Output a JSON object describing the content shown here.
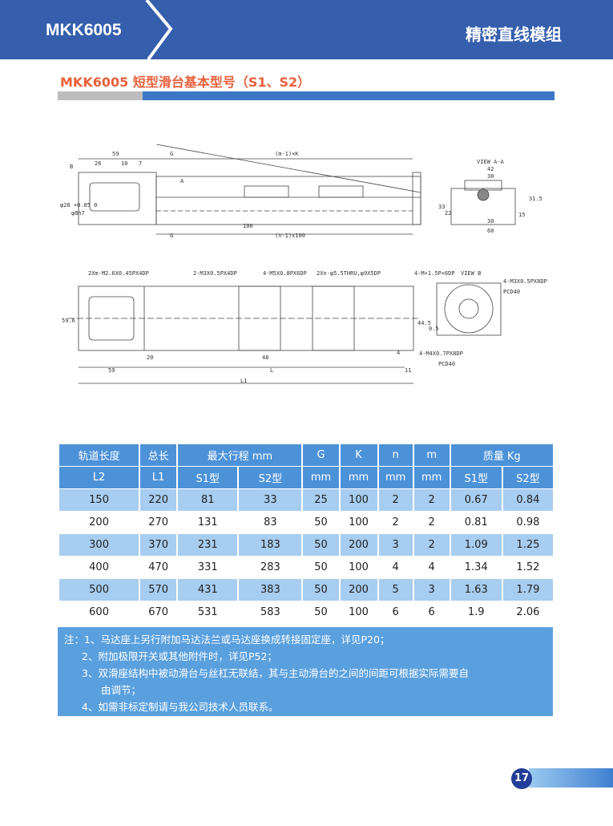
{
  "header": {
    "model": "MKK6005",
    "category": "精密直线模组"
  },
  "section_title": "MKK6005 短型滑台基本型号（S1、S2）",
  "drawing": {
    "side": {
      "d59": "59",
      "d26": "26",
      "d10": "10",
      "d7": "7",
      "g": "G",
      "mk": "(m-1)×K",
      "d100": "100",
      "nk": "(n-1)x100",
      "b": "B",
      "a": "A",
      "phi28": "φ28 +0.05 0",
      "phi8": "φ8h7"
    },
    "top": {
      "c1": "2Xm-M2.6X0.45PX4DP",
      "c2": "2-M3X0.5PX4DP",
      "c3": "4-M5X0.8PX6DP",
      "c4": "2Xn-φ5.5THRU,φ9X5DP",
      "c5": "4-M×1.5P×6DP",
      "h": "59.6",
      "d20": "20",
      "d48": "48",
      "d4": "4",
      "d59": "59",
      "l": "L",
      "d11": "11",
      "l1": "L1"
    },
    "view_aa": {
      "title": "VIEW A-A",
      "d42": "42",
      "d30": "30",
      "d33": "33",
      "d22": "22",
      "d15": "15",
      "d31": "31.5",
      "d30b": "30",
      "d60": "60"
    },
    "view_b": {
      "title": "VIEW B",
      "c1": "4-M3X0.5PX8DP",
      "pcd1": "PCD40",
      "d445": "44.5",
      "d05": "0.5",
      "c2": "4-M4X0.7PX8DP",
      "pcd2": "PCD40"
    }
  },
  "table": {
    "h1": [
      "轨道长度",
      "总长",
      "最大行程 mm",
      "G",
      "K",
      "n",
      "m",
      "质量 Kg"
    ],
    "h2": [
      "L2",
      "L1",
      "S1型",
      "S2型",
      "mm",
      "mm",
      "mm",
      "mm",
      "S1型",
      "S2型"
    ],
    "rows": [
      [
        "150",
        "220",
        "81",
        "33",
        "25",
        "100",
        "2",
        "2",
        "0.67",
        "0.84"
      ],
      [
        "200",
        "270",
        "131",
        "83",
        "50",
        "100",
        "2",
        "2",
        "0.81",
        "0.98"
      ],
      [
        "300",
        "370",
        "231",
        "183",
        "50",
        "200",
        "3",
        "2",
        "1.09",
        "1.25"
      ],
      [
        "400",
        "470",
        "331",
        "283",
        "50",
        "100",
        "4",
        "4",
        "1.34",
        "1.52"
      ],
      [
        "500",
        "570",
        "431",
        "383",
        "50",
        "200",
        "5",
        "3",
        "1.63",
        "1.79"
      ],
      [
        "600",
        "670",
        "531",
        "583",
        "50",
        "100",
        "6",
        "6",
        "1.9",
        "2.06"
      ]
    ]
  },
  "notes": [
    "注：1、马达座上另行附加马达法兰或马达座换成转接固定座，详见P20；",
    "2、附加极限开关或其他附件时，详见P52；",
    "3、双滑座结构中被动滑台与丝杠无联结，其与主动滑台的之间的间距可根据实际需要自",
    "由调节；",
    "4、如需非标定制请与我公司技术人员联系。"
  ],
  "page_number": "17"
}
